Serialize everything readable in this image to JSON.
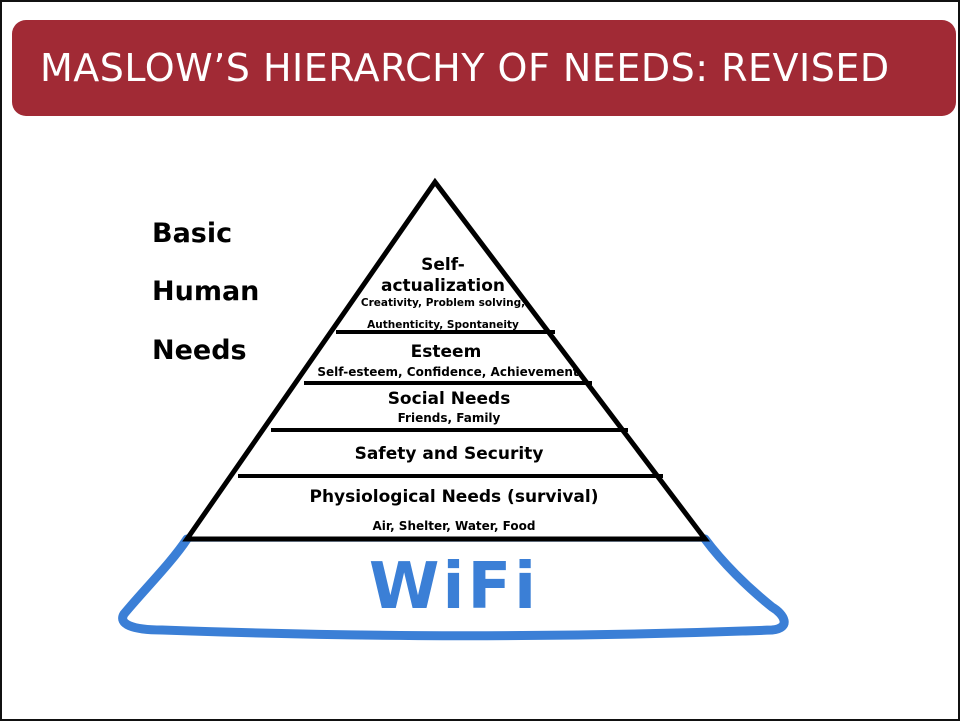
{
  "slide": {
    "title": "MASLOW’S HIERARCHY OF NEEDS: REVISED",
    "title_bar_color": "#a12a35"
  },
  "side_labels": [
    "Basic",
    "Human",
    "Needs"
  ],
  "pyramid": {
    "levels": [
      {
        "title_lines": [
          "Self-",
          "actualization"
        ],
        "detail_lines": [
          "Creativity, Problem solving,",
          "Authenticity, Spontaneity"
        ]
      },
      {
        "title": "Esteem",
        "detail": "Self-esteem, Confidence, Achievement"
      },
      {
        "title": "Social Needs",
        "detail": "Friends, Family"
      },
      {
        "title": "Safety and Security"
      },
      {
        "title": "Physiological Needs (survival)",
        "detail": "Air, Shelter, Water, Food"
      }
    ],
    "base": {
      "label": "WiFi",
      "color": "#3b7fd6"
    }
  }
}
